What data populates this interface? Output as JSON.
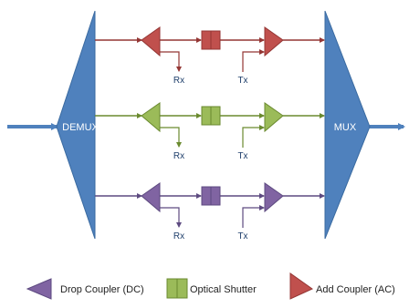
{
  "demux": {
    "label": "DEMUX"
  },
  "mux": {
    "label": "MUX"
  },
  "colors": {
    "block": "#4f81bd",
    "red": "#c0504d",
    "green": "#9bbb59",
    "purple": "#8064a2",
    "text_dark": "#1f3f6b"
  },
  "channels": [
    {
      "color": "#c0504d",
      "stroke": "#943634",
      "rx": "Rx",
      "tx": "Tx"
    },
    {
      "color": "#9bbb59",
      "stroke": "#6a8a2f",
      "rx": "Rx",
      "tx": "Tx"
    },
    {
      "color": "#8064a2",
      "stroke": "#5d4a80",
      "rx": "Rx",
      "tx": "Tx"
    }
  ],
  "legend": {
    "drop_label": "Drop Coupler (DC)",
    "shutter_label": "Optical Shutter",
    "add_label": "Add Coupler (AC)"
  }
}
